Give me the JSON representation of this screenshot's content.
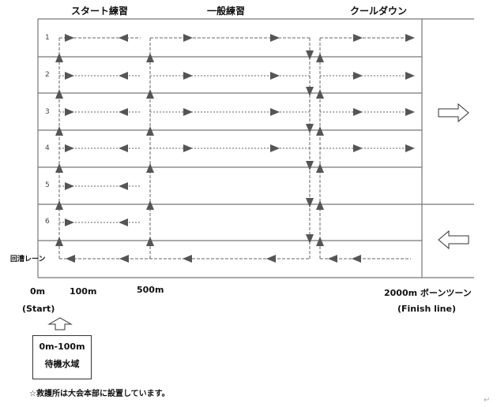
{
  "sections": {
    "start_practice": "スタート練習",
    "general_practice": "一般練習",
    "cooldown": "クールダウン"
  },
  "lanes": [
    "1",
    "2",
    "3",
    "4",
    "5",
    "6"
  ],
  "return_lane": "回漕レーン",
  "markers": {
    "m0": "0m",
    "m100": "100m",
    "m500": "500m",
    "m2000": "2000m ボーンツーン",
    "start": "(Start)",
    "finish": "(Finish line)"
  },
  "waiting_area": {
    "range": "0m-100m",
    "label": "待機水域"
  },
  "note": "☆救護所は大会本部に設置しています。",
  "colors": {
    "line": "#777777",
    "arrow": "#555555"
  }
}
